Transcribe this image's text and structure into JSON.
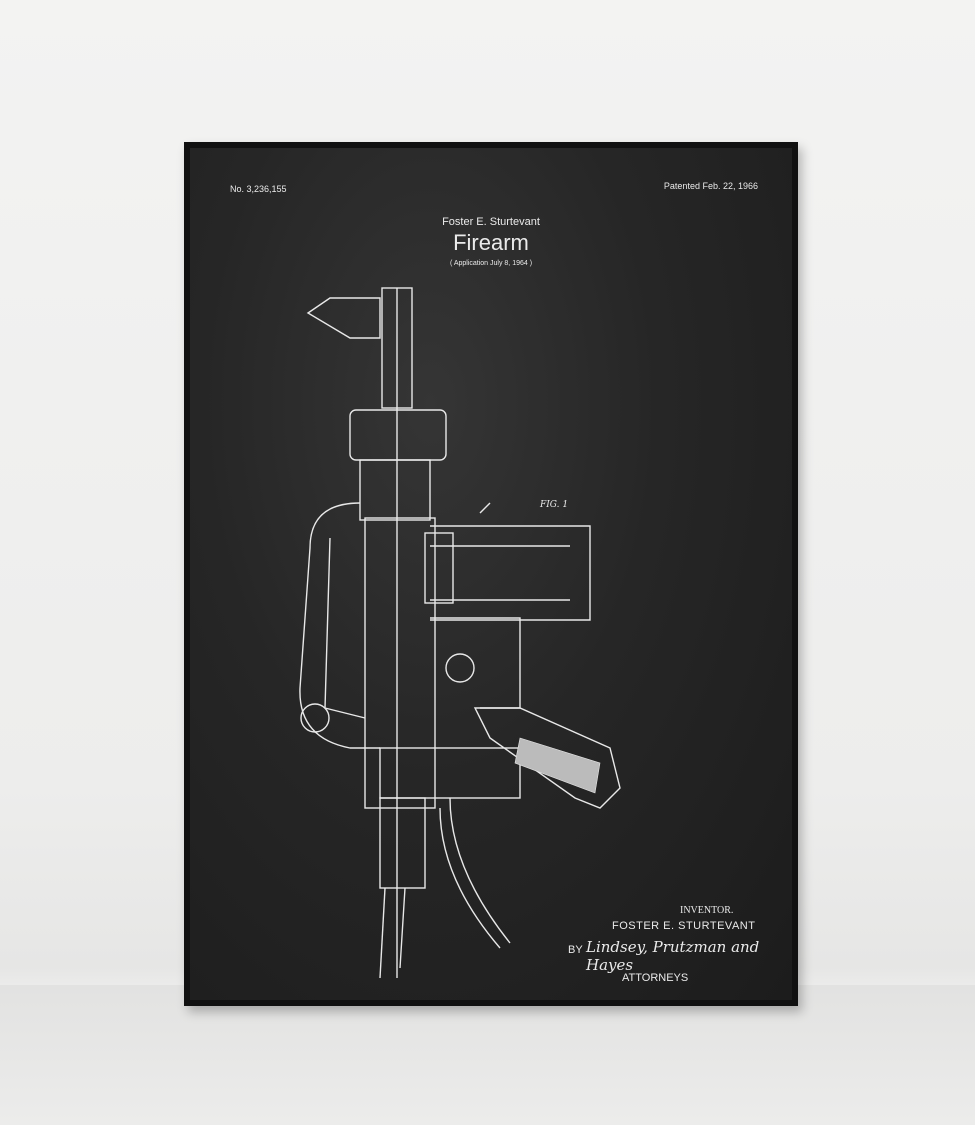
{
  "poster": {
    "patent_number": "No. 3,236,155",
    "patent_date": "Patented Feb. 22, 1966",
    "inventor_header": "Foster E. Sturtevant",
    "title": "Firearm",
    "application": "( Application July 8, 1964 )",
    "figure_label": "FIG. 1",
    "inventor_label": "INVENTOR.",
    "inventor_name": "FOSTER  E. STURTEVANT",
    "by_label": "BY",
    "attorneys_signature": "Lindsey, Prutzman and Hayes",
    "attorneys_label": "ATTORNEYS"
  }
}
